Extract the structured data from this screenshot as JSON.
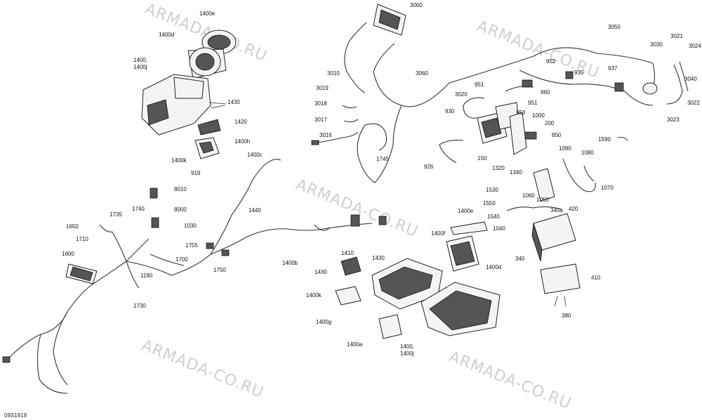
{
  "watermark_text": "ARMADA-CO.RU",
  "reference_code": "09S1919",
  "labels": [
    {
      "id": "l1400e",
      "text": "1400e"
    },
    {
      "id": "l1400d_top",
      "text": "1400d"
    },
    {
      "id": "l1400_top",
      "text": "1400,"
    },
    {
      "id": "l1400j_top",
      "text": "1400j"
    },
    {
      "id": "l1430_top",
      "text": "1430"
    },
    {
      "id": "l1420",
      "text": "1420"
    },
    {
      "id": "l1400h",
      "text": "1400h"
    },
    {
      "id": "l1400k_top",
      "text": "1400k"
    },
    {
      "id": "l919",
      "text": "919"
    },
    {
      "id": "l3000",
      "text": "3000"
    },
    {
      "id": "l3010",
      "text": "3010"
    },
    {
      "id": "l3019",
      "text": "3019"
    },
    {
      "id": "l3018",
      "text": "3018"
    },
    {
      "id": "l3017",
      "text": "3017"
    },
    {
      "id": "l3016",
      "text": "3016"
    },
    {
      "id": "l1745",
      "text": "1745"
    },
    {
      "id": "l3060",
      "text": "3060"
    },
    {
      "id": "l3050",
      "text": "3050"
    },
    {
      "id": "l3021",
      "text": "3021"
    },
    {
      "id": "l3030",
      "text": "3030"
    },
    {
      "id": "l3024",
      "text": "3024"
    },
    {
      "id": "l3040",
      "text": "3040"
    },
    {
      "id": "l3022",
      "text": "3022"
    },
    {
      "id": "l3023",
      "text": "3023"
    },
    {
      "id": "l952",
      "text": "952"
    },
    {
      "id": "l935",
      "text": "935"
    },
    {
      "id": "l937",
      "text": "937"
    },
    {
      "id": "l951a",
      "text": "951"
    },
    {
      "id": "l960",
      "text": "960"
    },
    {
      "id": "l3020",
      "text": "3020"
    },
    {
      "id": "l951b",
      "text": "951"
    },
    {
      "id": "l930",
      "text": "930"
    },
    {
      "id": "l953",
      "text": "953"
    },
    {
      "id": "l1000",
      "text": "1000"
    },
    {
      "id": "l200",
      "text": "200"
    },
    {
      "id": "l850",
      "text": "850"
    },
    {
      "id": "l1590",
      "text": "1590"
    },
    {
      "id": "l926",
      "text": "926"
    },
    {
      "id": "l150",
      "text": "150"
    },
    {
      "id": "l1320",
      "text": "1320"
    },
    {
      "id": "l1340",
      "text": "1340"
    },
    {
      "id": "l1090",
      "text": "1090"
    },
    {
      "id": "l1080",
      "text": "1080"
    },
    {
      "id": "l1070",
      "text": "1070"
    },
    {
      "id": "l420",
      "text": "420"
    },
    {
      "id": "l1530",
      "text": "1530"
    },
    {
      "id": "l1550",
      "text": "1550"
    },
    {
      "id": "l1540",
      "text": "1540"
    },
    {
      "id": "l1060",
      "text": "1060"
    },
    {
      "id": "l1050",
      "text": "1050"
    },
    {
      "id": "l340a",
      "text": "340a"
    },
    {
      "id": "l1040",
      "text": "1040"
    },
    {
      "id": "l340",
      "text": "340"
    },
    {
      "id": "l410",
      "text": "410"
    },
    {
      "id": "l380",
      "text": "380"
    },
    {
      "id": "l1400c",
      "text": "1400c"
    },
    {
      "id": "l8010",
      "text": "8010"
    },
    {
      "id": "l8000",
      "text": "8000"
    },
    {
      "id": "l1735",
      "text": "1735"
    },
    {
      "id": "l1740",
      "text": "1740"
    },
    {
      "id": "l1650",
      "text": "1650"
    },
    {
      "id": "l1710",
      "text": "1710"
    },
    {
      "id": "l1030",
      "text": "1030"
    },
    {
      "id": "l1440",
      "text": "1440"
    },
    {
      "id": "l1755",
      "text": "1755"
    },
    {
      "id": "l1750",
      "text": "1750"
    },
    {
      "id": "l1600",
      "text": "1600"
    },
    {
      "id": "l1700",
      "text": "1700"
    },
    {
      "id": "l1190",
      "text": "1190"
    },
    {
      "id": "l1730",
      "text": "1730"
    },
    {
      "id": "l1400b",
      "text": "1400b"
    },
    {
      "id": "l1410",
      "text": "1410"
    },
    {
      "id": "l1430_mid",
      "text": "1430"
    },
    {
      "id": "l1430_mid2",
      "text": "1430"
    },
    {
      "id": "l1400k_mid",
      "text": "1400k"
    },
    {
      "id": "l1400g",
      "text": "1400g"
    },
    {
      "id": "l1400a",
      "text": "1400a"
    },
    {
      "id": "l1400_bot",
      "text": "1400,"
    },
    {
      "id": "l1400j_bot",
      "text": "1400j"
    },
    {
      "id": "l1400e_mid",
      "text": "1400e"
    },
    {
      "id": "l1400f",
      "text": "1400f"
    },
    {
      "id": "l1400d_mid",
      "text": "1400d"
    }
  ]
}
